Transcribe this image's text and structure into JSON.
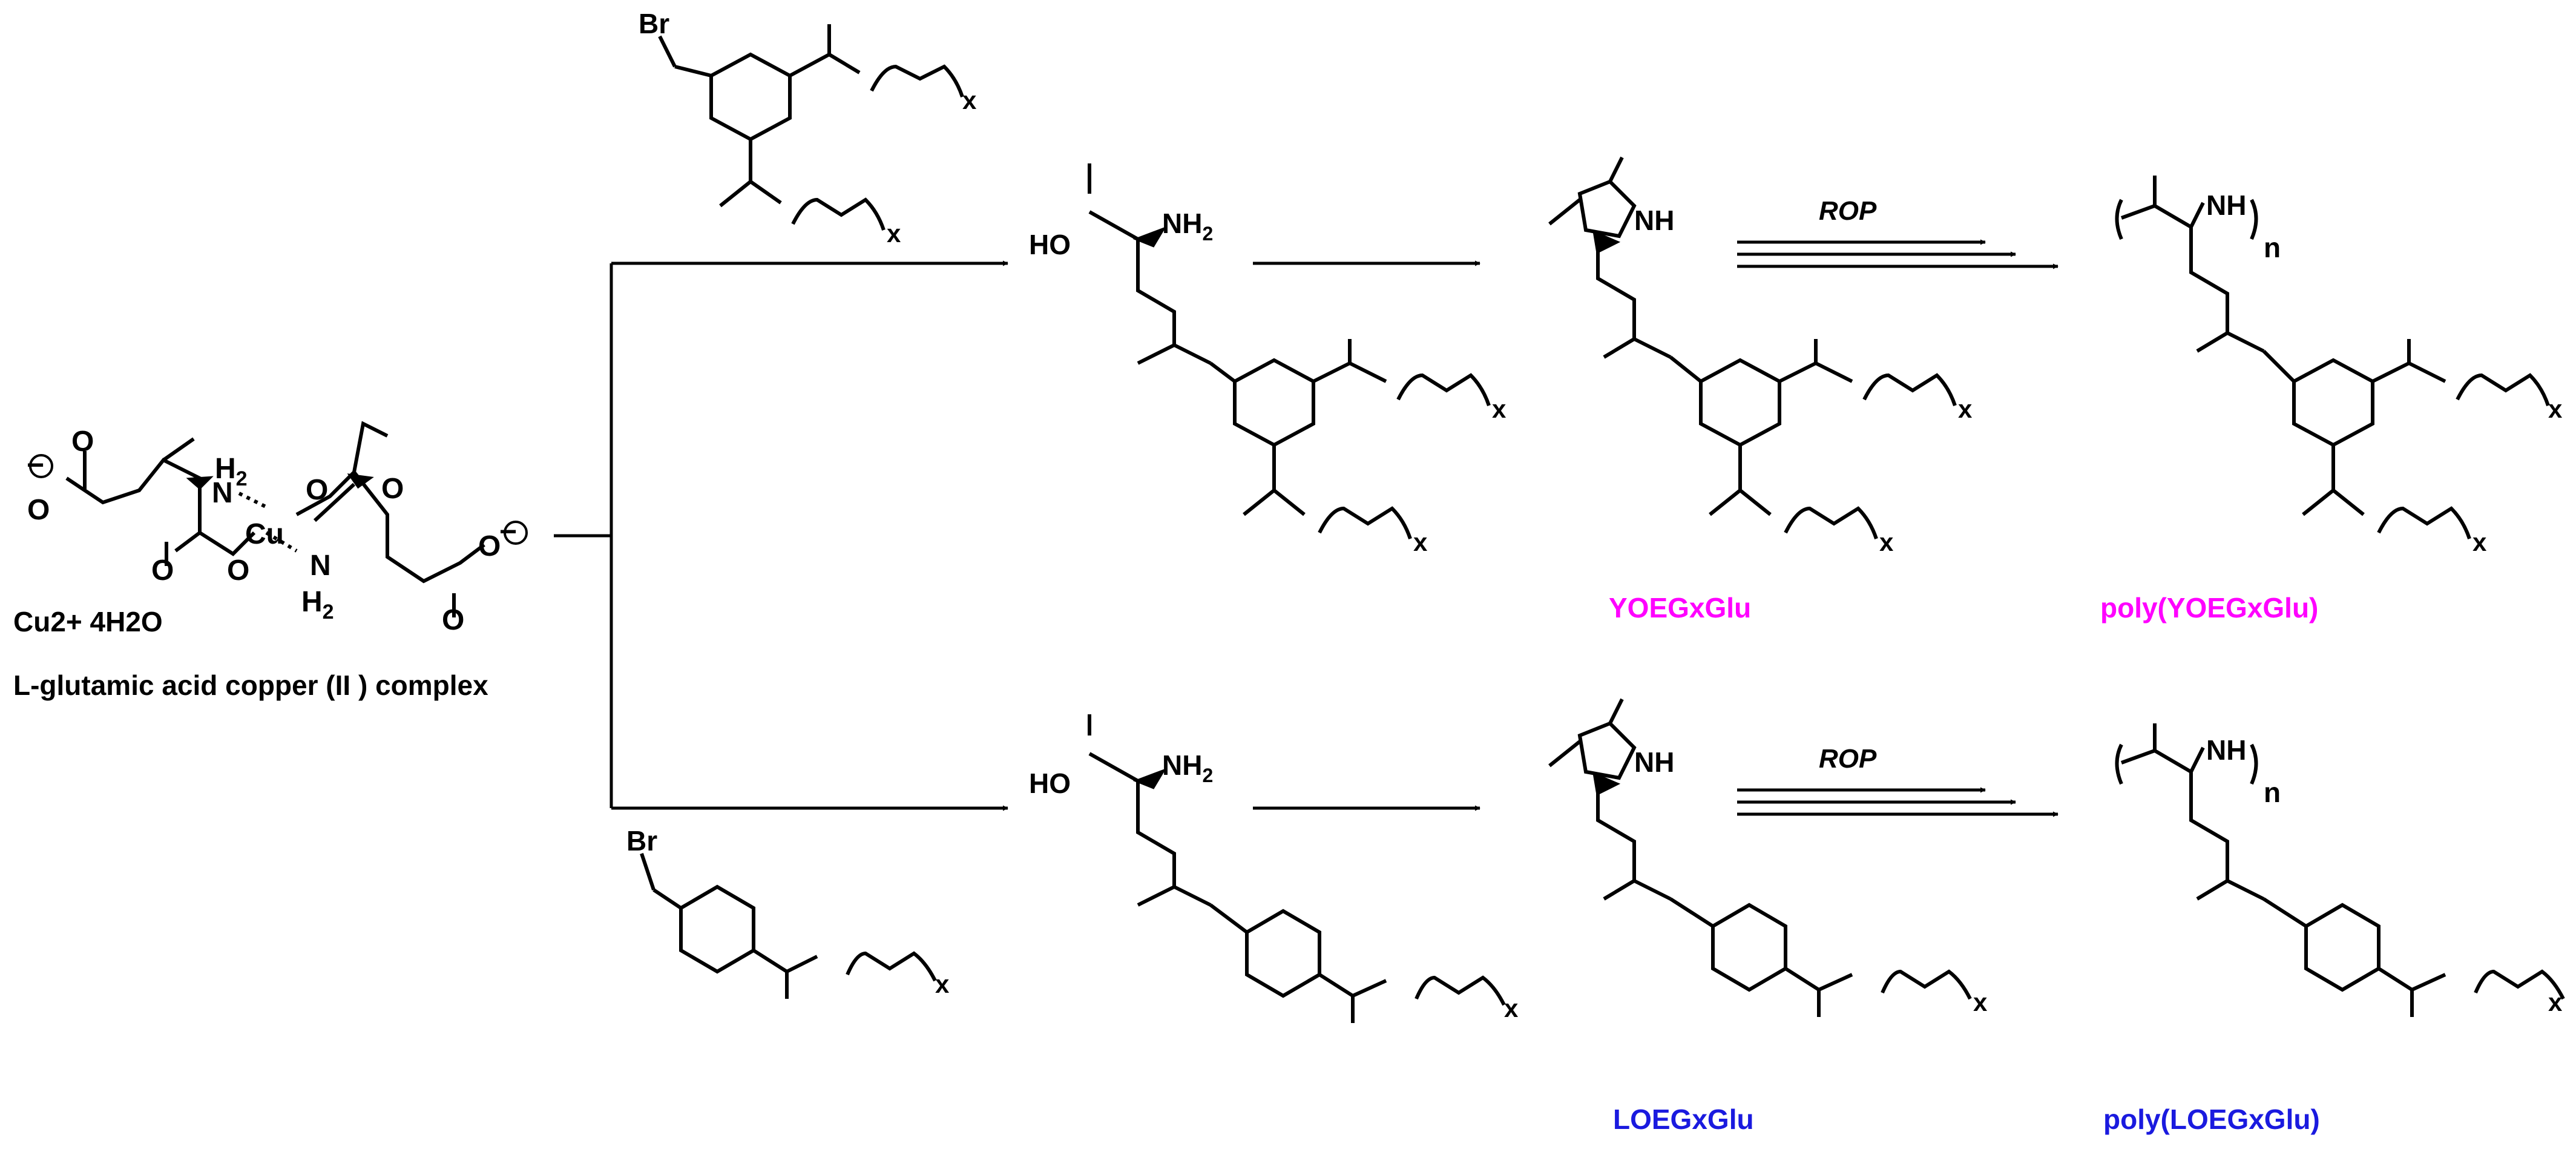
{
  "colors": {
    "ink": "#000000",
    "yoeg": "#ff00ff",
    "loeg": "#1a1adf"
  },
  "complex": {
    "counter_ion": "Cu2+ 4H2O",
    "name": "L-glutamic acid copper (II ) complex",
    "metal": "Cu"
  },
  "reagents": {
    "top_halide": "Br",
    "bottom_halide": "Br"
  },
  "atoms": {
    "hydroxyl": "HO",
    "amine": "NH2",
    "imide": "NH",
    "amide": "NH",
    "oxygen": "O",
    "peg_repeat": "x",
    "poly_repeat": "n",
    "charge": "−"
  },
  "arrows": {
    "rop_top": "ROP",
    "rop_bottom": "ROP"
  },
  "products": {
    "yoeg_monomer": "YOEGxGlu",
    "yoeg_polymer": "poly(YOEGxGlu)",
    "loeg_monomer": "LOEGxGlu",
    "loeg_polymer": "poly(LOEGxGlu)"
  }
}
